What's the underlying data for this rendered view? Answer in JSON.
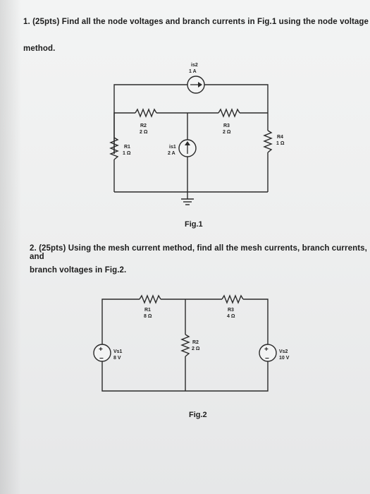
{
  "problems": [
    {
      "line1": "1. (25pts) Find all the node voltages and branch currents in Fig.1 using the node voltage",
      "line2": "method."
    },
    {
      "line1": "2. (25pts) Using the mesh current method, find all the mesh currents, branch currents, and",
      "line2": "branch voltages in Fig.2."
    }
  ],
  "fig1": {
    "caption": "Fig.1",
    "is2": {
      "name": "is2",
      "value": "1 A"
    },
    "is1": {
      "name": "is1",
      "value": "2 A"
    },
    "r1": {
      "name": "R1",
      "value": "1 Ω"
    },
    "r2": {
      "name": "R2",
      "value": "2 Ω"
    },
    "r3": {
      "name": "R3",
      "value": "2 Ω"
    },
    "r4": {
      "name": "R4",
      "value": "1 Ω"
    }
  },
  "fig2": {
    "caption": "Fig.2",
    "vs1": {
      "name": "Vs1",
      "value": "8 V"
    },
    "vs2": {
      "name": "Vs2",
      "value": "10 V"
    },
    "r1": {
      "name": "R1",
      "value": "8 Ω"
    },
    "r2": {
      "name": "R2",
      "value": "2 Ω"
    },
    "r3": {
      "name": "R3",
      "value": "4 Ω"
    }
  }
}
